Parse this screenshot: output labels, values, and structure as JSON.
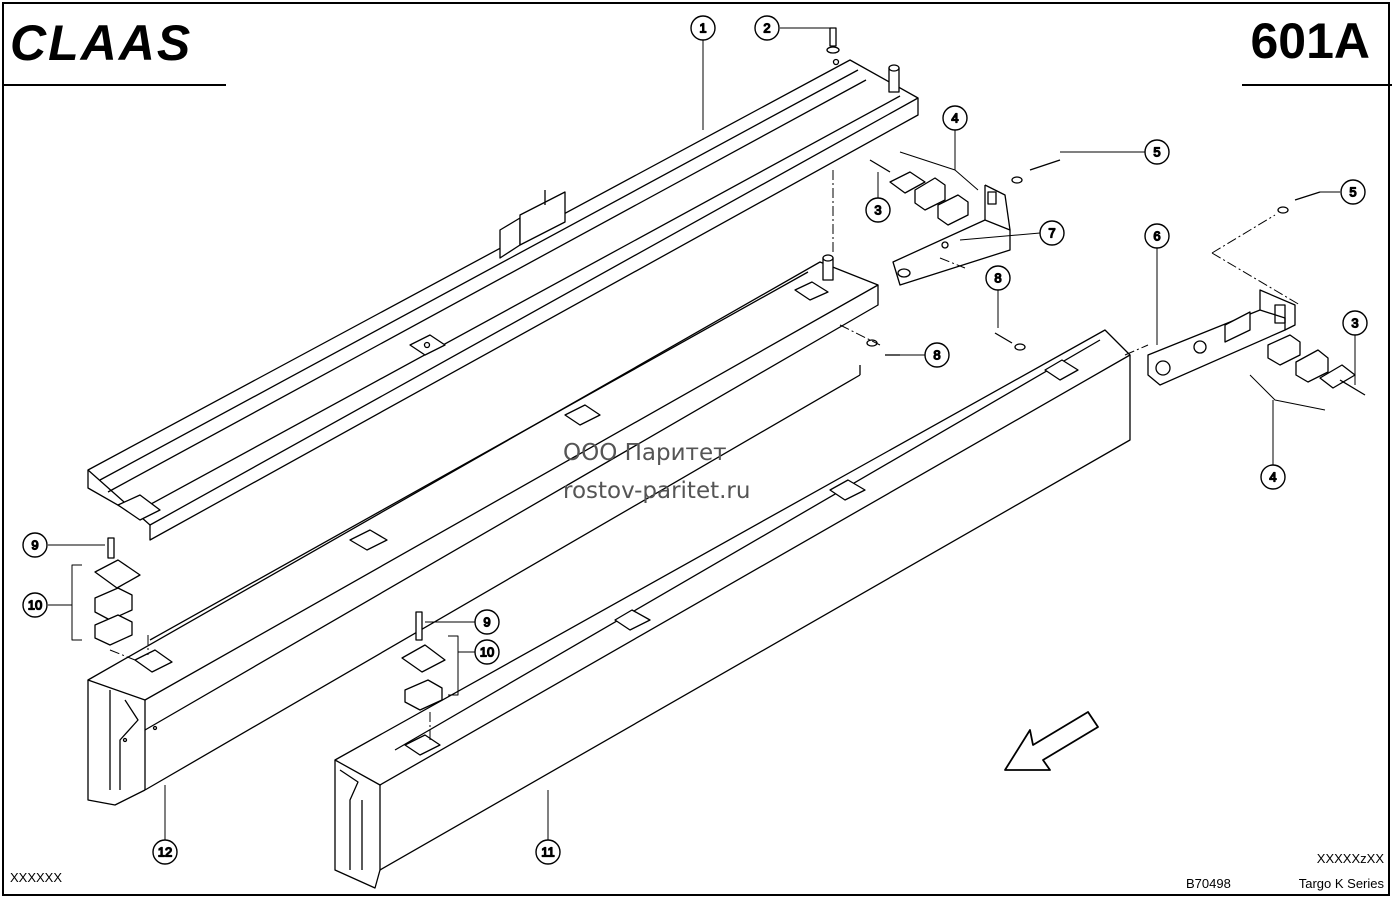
{
  "header": {
    "brand": "CLAAS",
    "sheet_code": "601A"
  },
  "watermark": {
    "line1": "ООО Паритет",
    "line2": "rostov-paritet.ru"
  },
  "footer": {
    "left": "XXXXXX",
    "right_top": "XXXXXzXX",
    "drawing_no": "B70498",
    "series": "Targo K Series"
  },
  "callouts": [
    "1",
    "2",
    "3",
    "4",
    "5",
    "6",
    "7",
    "8",
    "9",
    "10",
    "11",
    "12"
  ]
}
